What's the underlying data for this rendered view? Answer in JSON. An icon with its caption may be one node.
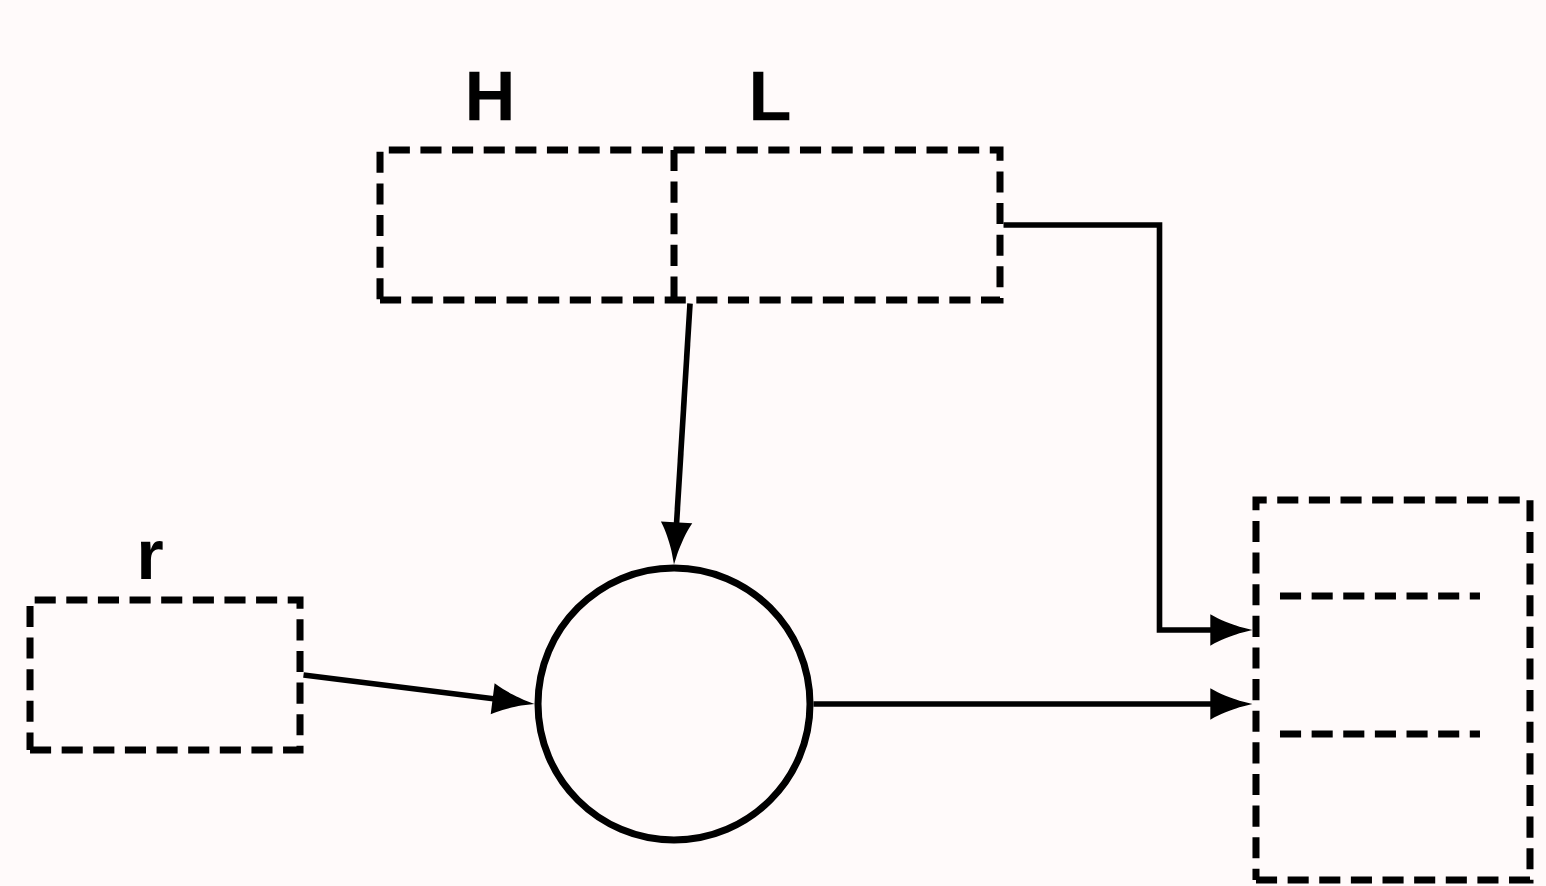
{
  "diagram": {
    "nodes": [
      {
        "text": [
          "r"
        ]
      },
      {
        "text": [
          "H",
          "L"
        ]
      },
      {
        "text": [],
        "shape": "circle"
      },
      {
        "text": [],
        "shape": "box"
      }
    ],
    "edges": [
      {
        "from": 0,
        "to": 2,
        "arrow": "to"
      },
      {
        "from": 1,
        "to": 2,
        "arrow": "to"
      },
      {
        "from": 1,
        "to": 3,
        "arrow": "to"
      },
      {
        "from": 2,
        "to": 3,
        "arrow": "to"
      }
    ]
  }
}
